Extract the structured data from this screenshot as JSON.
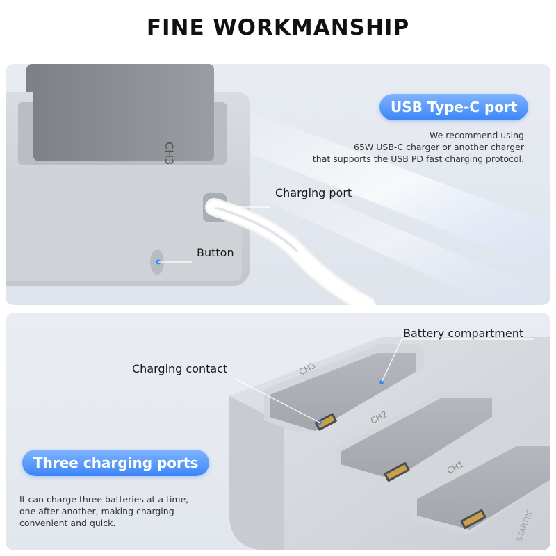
{
  "title": "FINE WORKMANSHIP",
  "top_panel": {
    "usb_title": "USB Type-C port",
    "usb_desc_lines": [
      "We recommend using",
      "65W USB-C charger or another charger",
      "that supports the USB PD fast charging protocol."
    ],
    "charging_port_label": "Charging port",
    "button_label": "Button",
    "slot_label": "CH3"
  },
  "bottom_panel": {
    "battery_compartment_label": "Battery compartment",
    "charging_contact_label": "Charging contact",
    "ports_title": "Three charging ports",
    "ports_desc_lines": [
      "It can charge three batteries at a time,",
      "one after another, making charging",
      "convenient and quick."
    ],
    "slot_labels": [
      "CH3",
      "CH2",
      "CH1"
    ],
    "brand_text": "STARTRC"
  },
  "colors": {
    "accent": "#3d86f6",
    "accent_light": "#7fb4ff",
    "hub_body": "#d7dadf",
    "battery_gray": "#8a8d91"
  }
}
